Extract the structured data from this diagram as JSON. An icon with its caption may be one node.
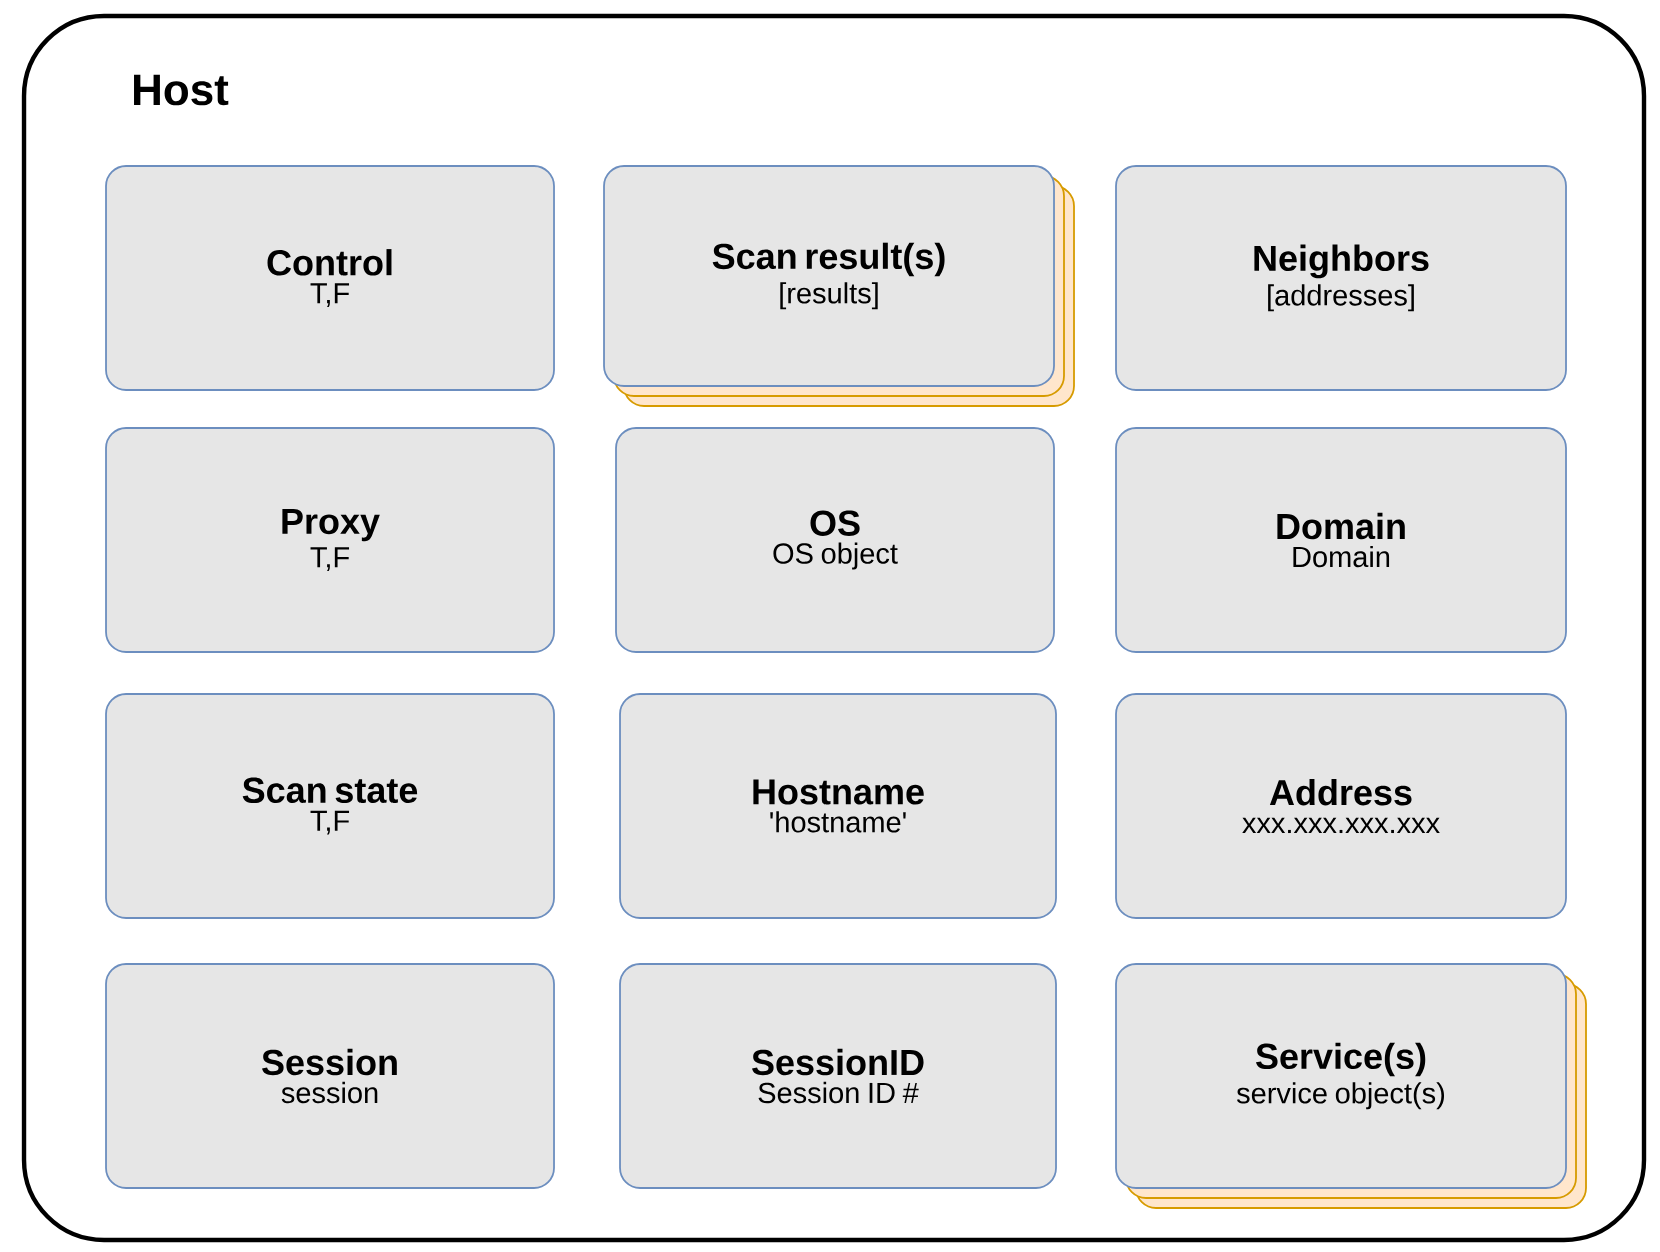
{
  "diagram": {
    "nodes": [
      {
        "text": [
          "Host"
        ]
      },
      {
        "text": [
          "Control",
          "T,F"
        ],
        "in": 0
      },
      {
        "text": [
          "Scan result(s)",
          "[results]"
        ],
        "in": 0
      },
      {
        "text": [
          "Neighbors",
          "[addresses]"
        ],
        "in": 0
      },
      {
        "text": [
          "Proxy",
          "T,F"
        ],
        "in": 0
      },
      {
        "text": [
          "OS",
          "OS object"
        ],
        "in": 0
      },
      {
        "text": [
          "Domain",
          "Domain"
        ],
        "in": 0
      },
      {
        "text": [
          "Scan state",
          "T,F"
        ],
        "in": 0
      },
      {
        "text": [
          "Hostname",
          "'hostname'"
        ],
        "in": 0
      },
      {
        "text": [
          "Address",
          "xxx.xxx.xxx.xxx"
        ],
        "in": 0
      },
      {
        "text": [
          "Session",
          "session"
        ],
        "in": 0
      },
      {
        "text": [
          "SessionID",
          "Session ID #"
        ],
        "in": 0
      },
      {
        "text": [
          "Service(s)",
          "service object(s)"
        ],
        "in": 0
      }
    ]
  }
}
